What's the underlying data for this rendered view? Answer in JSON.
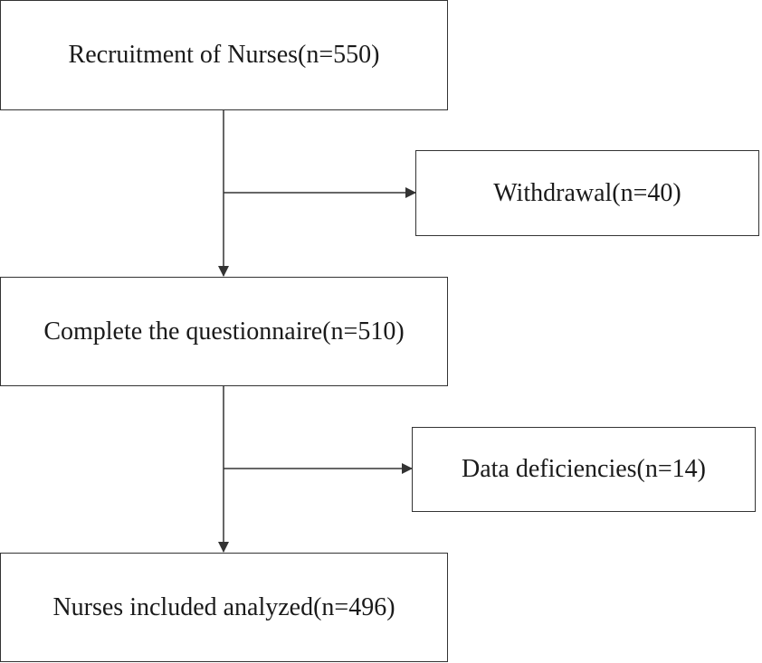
{
  "diagram": {
    "nodes": {
      "recruitment": "Recruitment of Nurses(n=550)",
      "withdrawal": "Withdrawal(n=40)",
      "complete": "Complete the questionnaire(n=510)",
      "deficiency": "Data deficiencies(n=14)",
      "included": "Nurses included analyzed(n=496)"
    },
    "edges": [
      {
        "from": "recruitment",
        "to": "complete"
      },
      {
        "from": "recruitment",
        "to": "withdrawal"
      },
      {
        "from": "complete",
        "to": "included"
      },
      {
        "from": "complete",
        "to": "deficiency"
      }
    ],
    "colors": {
      "line": "#333333",
      "text": "#1a1a1a",
      "background": "#ffffff"
    }
  }
}
